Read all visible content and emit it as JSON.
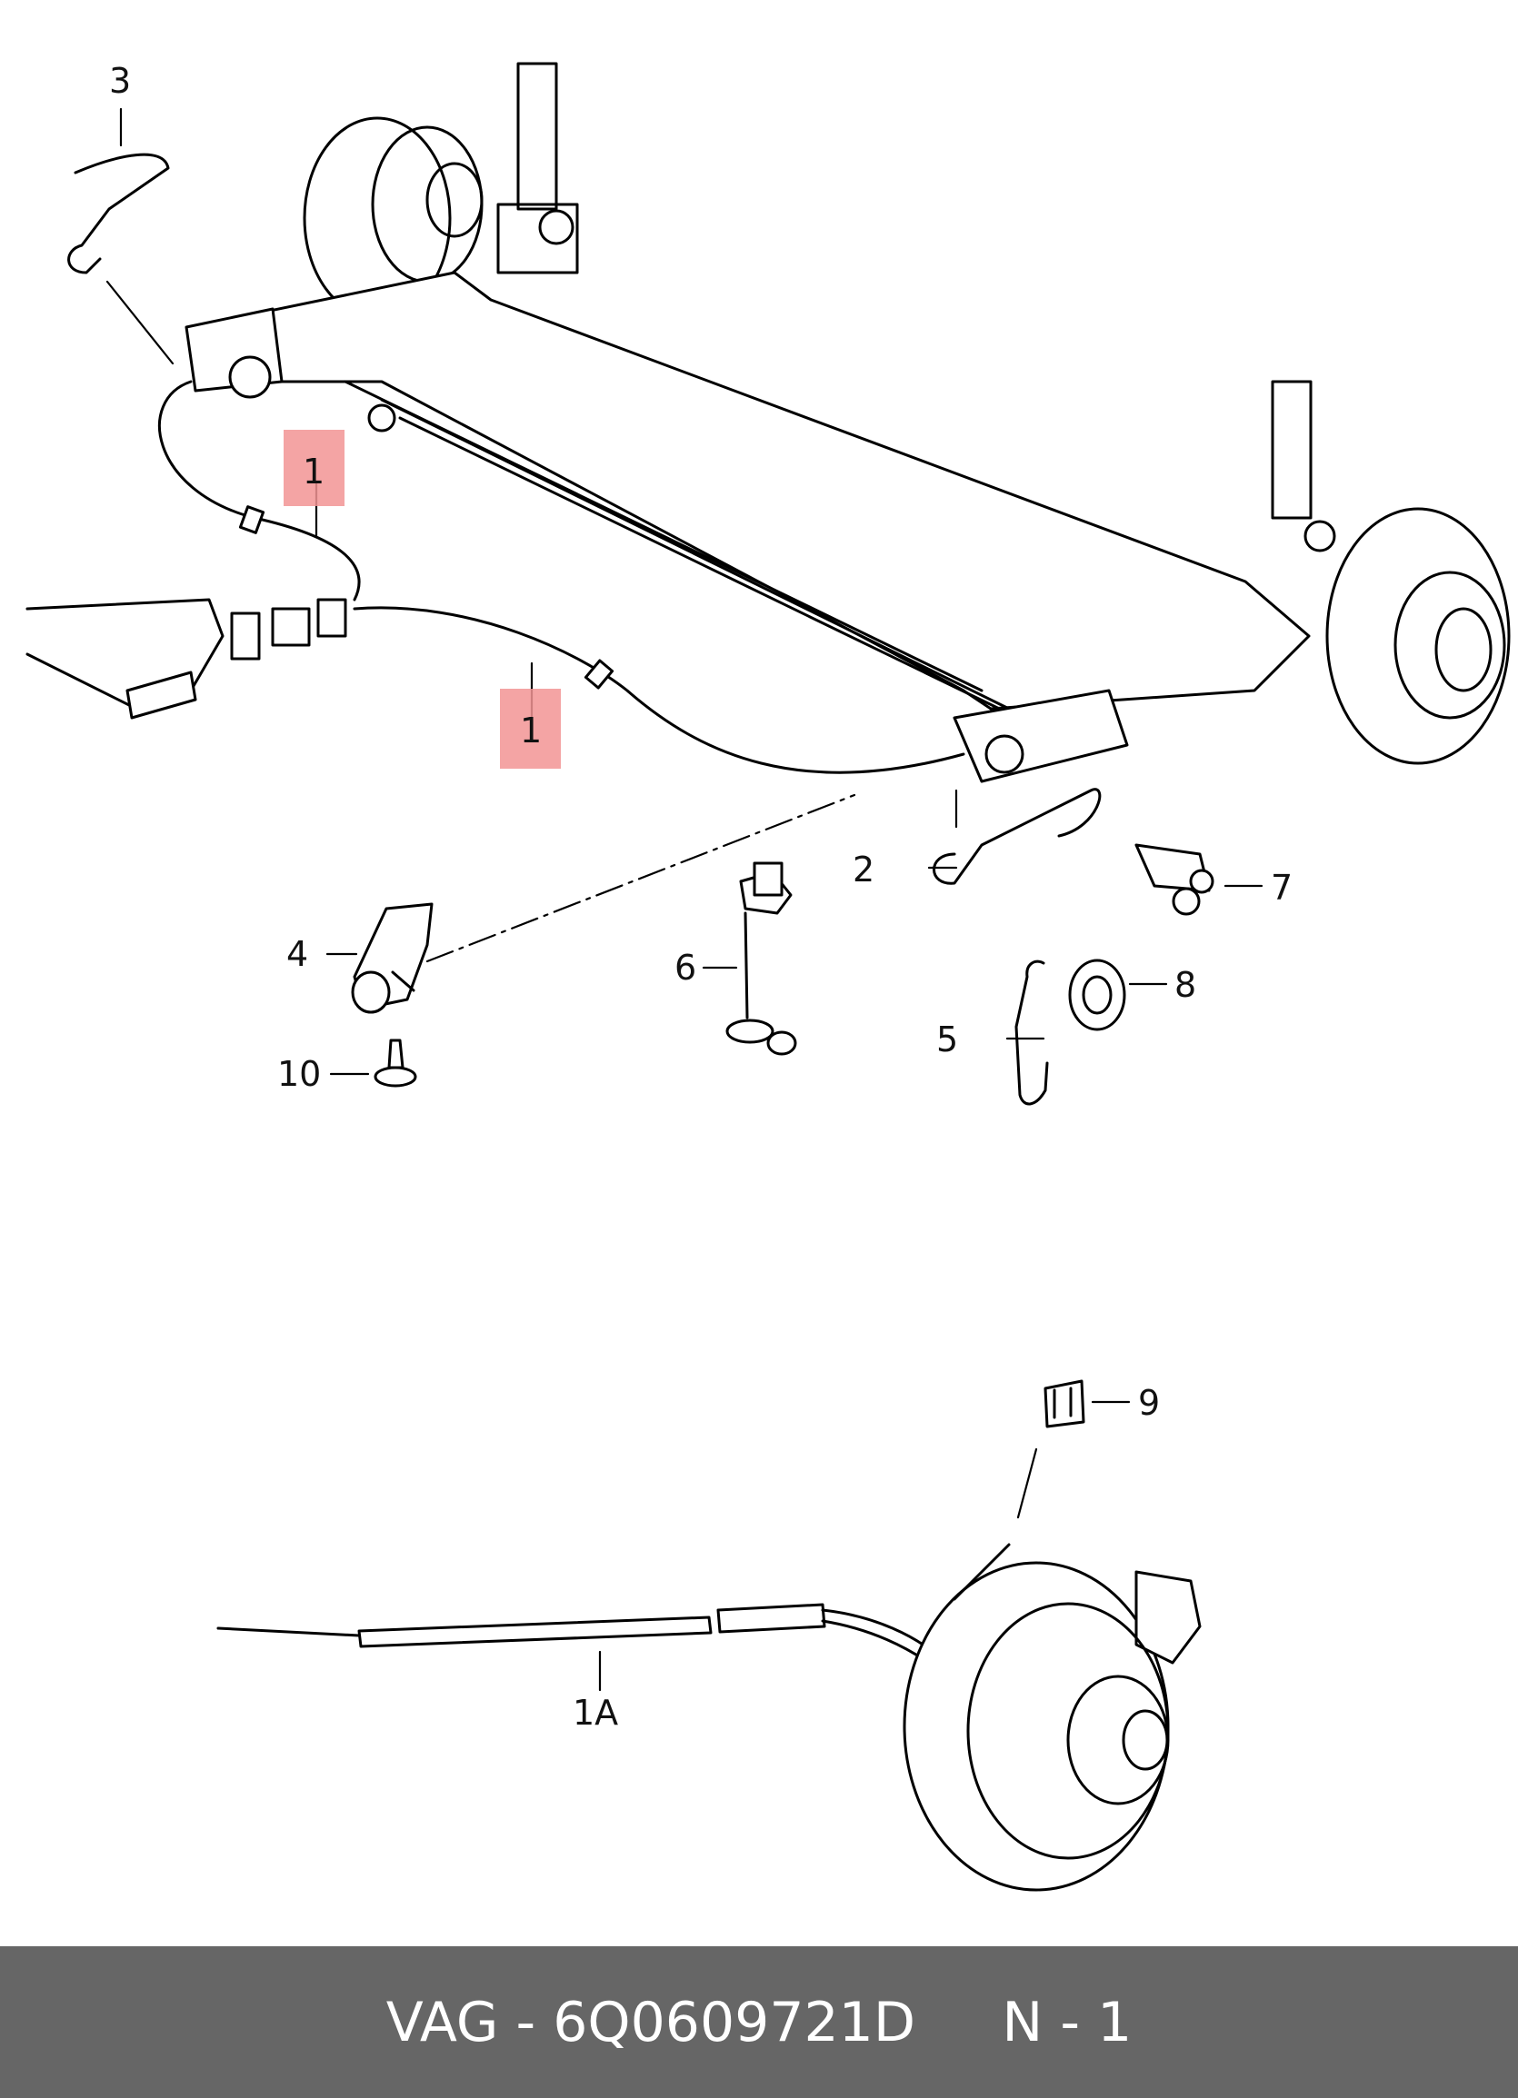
{
  "callouts": {
    "c1a": "1",
    "c1b": "1",
    "c2": "2",
    "c3": "3",
    "c4": "4",
    "c5": "5",
    "c6": "6",
    "c7": "7",
    "c8": "8",
    "c9": "9",
    "c10": "10",
    "c1A": "1A"
  },
  "footer": {
    "brand": "VAG",
    "sep1": " - ",
    "part_number": "6Q0609721D",
    "gap": "     ",
    "position": "N - 1"
  },
  "colors": {
    "highlight": "#f29494",
    "footer_bg": "#666666",
    "footer_text": "#ffffff"
  }
}
